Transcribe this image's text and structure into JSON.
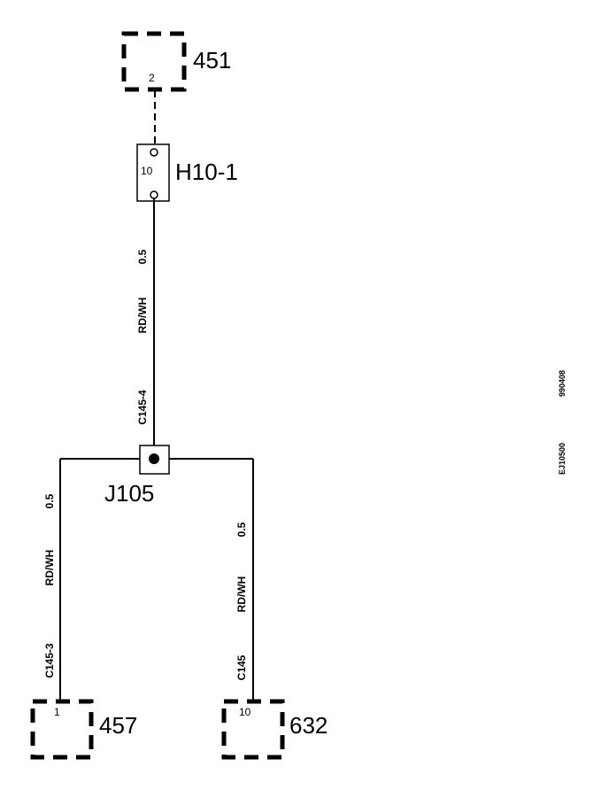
{
  "components": {
    "c451": {
      "label": "451",
      "pin": "2"
    },
    "h10": {
      "label": "H10-1",
      "pin": "10"
    },
    "j105": {
      "label": "J105"
    },
    "c457": {
      "label": "457",
      "pin": "1"
    },
    "c632": {
      "label": "632",
      "pin": "10"
    }
  },
  "wires": {
    "main": {
      "size": "0.5",
      "color": "RD/WH",
      "connector": "C145-4"
    },
    "left": {
      "size": "0.5",
      "color": "RD/WH",
      "connector": "C145-3"
    },
    "right": {
      "size": "0.5",
      "color": "RD/WH",
      "connector": "C145"
    }
  },
  "refs": {
    "date_code": "990408",
    "figure_id": "EJ10500"
  }
}
